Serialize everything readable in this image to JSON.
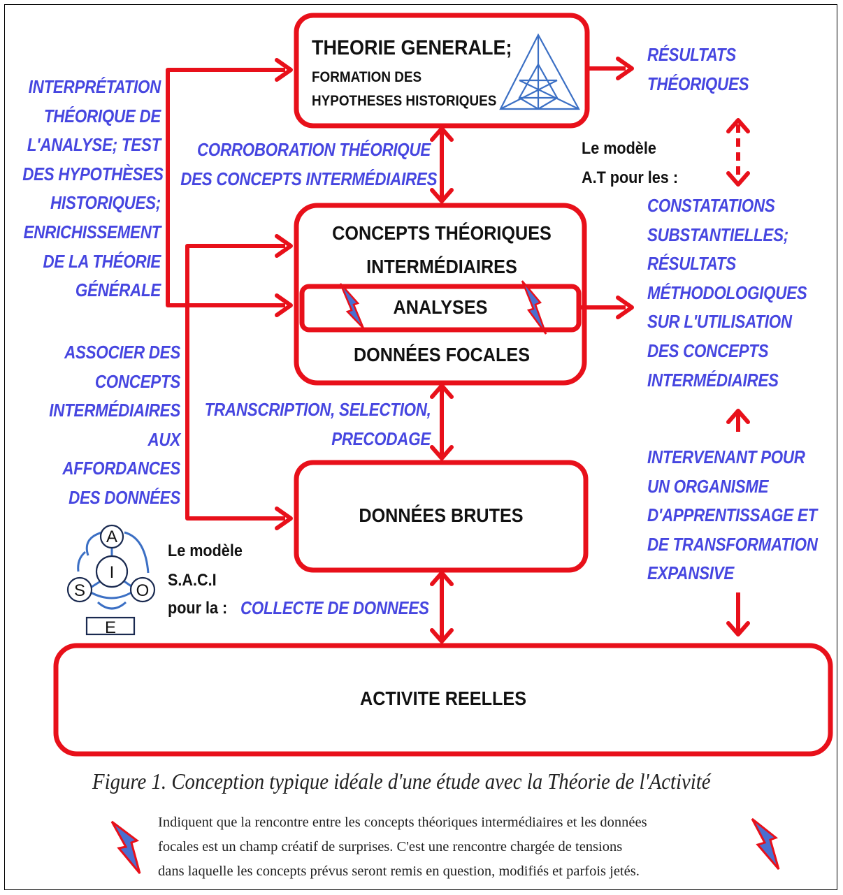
{
  "boxes": {
    "theorie_generale": {
      "title": "THEORIE GENERALE;",
      "subtitle_lines": [
        "FORMATION DES",
        "HYPOTHESES HISTORIQUES"
      ]
    },
    "concepts": {
      "lines": [
        "CONCEPTS THÉORIQUES",
        "INTERMÉDIAIRES"
      ]
    },
    "analyses": {
      "label": "ANALYSES"
    },
    "donnees_focales": {
      "label": "DONNÉES FOCALES"
    },
    "donnees_brutes": {
      "label": "DONNÉES BRUTES"
    },
    "activite": {
      "label": "ACTIVITE REELLES"
    }
  },
  "left_labels": {
    "interpretation": [
      "INTERPRÉTATION",
      "THÉORIQUE DE",
      "L'ANALYSE; TEST",
      "DES HYPOTHÈSES",
      "HISTORIQUES;",
      "ENRICHISSEMENT",
      "DE LA THÉORIE",
      "GÉNÉRALE"
    ],
    "associer": [
      "ASSOCIER DES",
      "CONCEPTS",
      "INTERMÉDIAIRES",
      "AUX",
      "AFFORDANCES",
      "DES DONNÉES"
    ]
  },
  "center_labels": {
    "corroboration": [
      "CORROBORATION THÉORIQUE",
      "DES CONCEPTS INTERMÉDIAIRES"
    ],
    "transcription": [
      "TRANSCRIPTION, SELECTION,",
      "PRECODAGE"
    ],
    "collecte": "COLLECTE DE DONNEES"
  },
  "right_labels": {
    "resultats": [
      "RÉSULTATS",
      "THÉORIQUES"
    ],
    "constatations": [
      "CONSTATATIONS",
      "SUBSTANTIELLES;",
      "RÉSULTATS",
      "MÉTHODOLOGIQUES",
      "SUR L'UTILISATION",
      "DES CONCEPTS",
      "INTERMÉDIAIRES"
    ],
    "intervenant": [
      "INTERVENANT POUR",
      "UN ORGANISME",
      "D'APPRENTISSAGE ET",
      "DE TRANSFORMATION",
      "EXPANSIVE"
    ]
  },
  "models": {
    "at": [
      "Le modèle",
      "A.T pour les :"
    ],
    "saci": [
      "Le modèle",
      "S.A.C.I"
    ],
    "saci_pour": "pour la :"
  },
  "saci_icon": {
    "A": "A",
    "I": "I",
    "S": "S",
    "O": "O",
    "E": "E"
  },
  "caption": "Figure 1. Conception typique idéale d'une étude avec la Théorie de l'Activité",
  "legend": [
    "Indiquent que la rencontre entre les concepts théoriques intermédiaires et les données",
    "focales est un champ créatif de surprises. C'est une rencontre chargée de tensions",
    "dans laquelle les concepts prévus seront remis en question, modifiés et parfois jetés."
  ],
  "colors": {
    "red": "#e8101a",
    "blue_text": "#4646e0",
    "lightning": "#4a6fd0",
    "icon_blue": "#3b6fc4"
  }
}
